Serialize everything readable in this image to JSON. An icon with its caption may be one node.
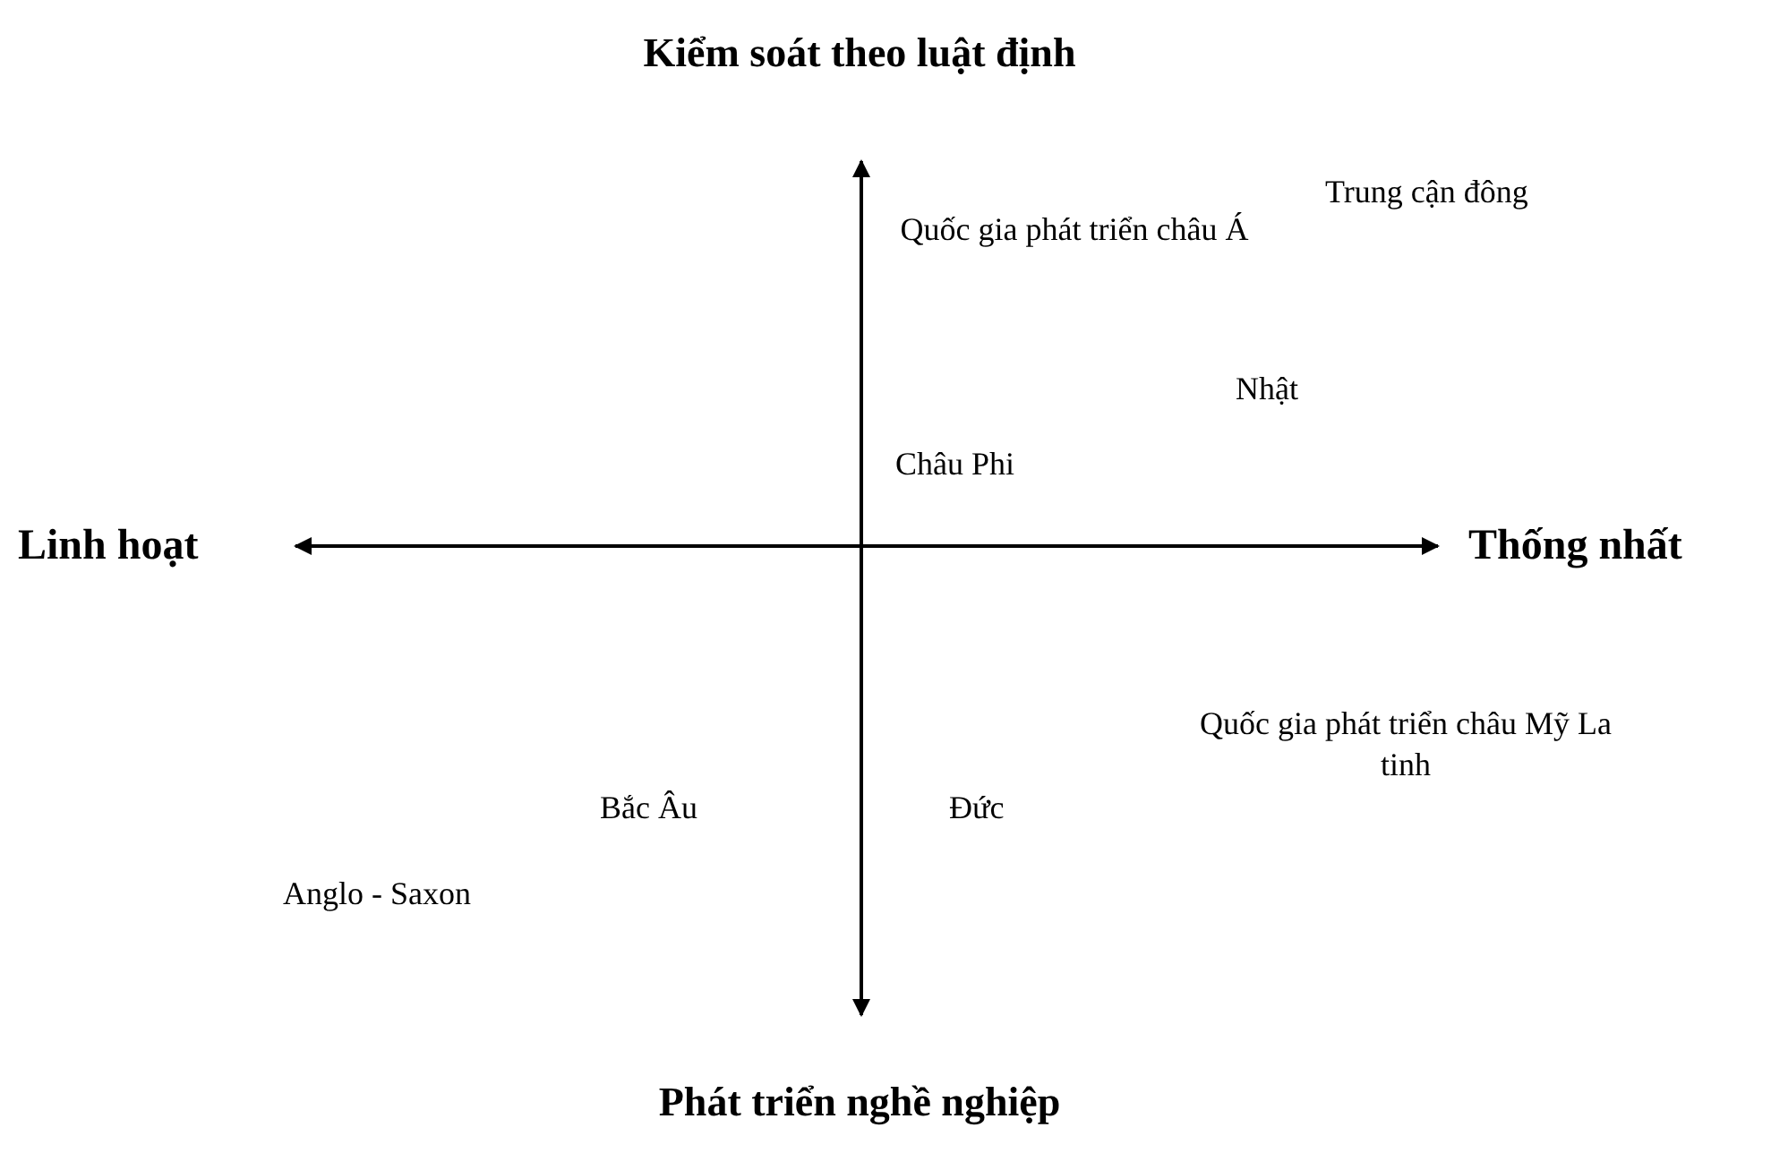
{
  "diagram": {
    "labels": [
      "Kiểm soát theo luật định",
      "Trung cận đông",
      "Quốc gia phát triển châu Á",
      "Nhật",
      "Châu Phi",
      "Linh hoạt",
      "Thống nhất",
      "Quốc gia phát triển châu Mỹ La tinh",
      "Bắc Âu",
      "Đức",
      "Anglo - Saxon",
      "Phát triển nghề nghiệp"
    ]
  }
}
